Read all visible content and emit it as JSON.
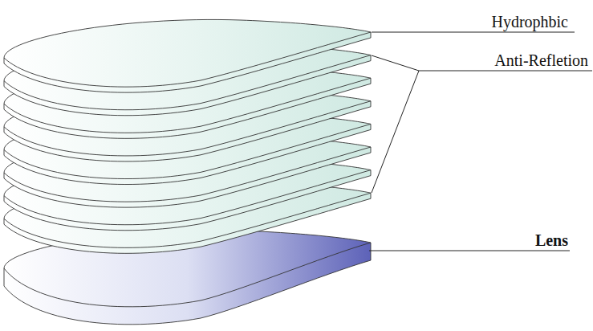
{
  "diagram": {
    "labels": [
      "Hydrophbic",
      "Anti-Refletion",
      "Lens"
    ]
  }
}
